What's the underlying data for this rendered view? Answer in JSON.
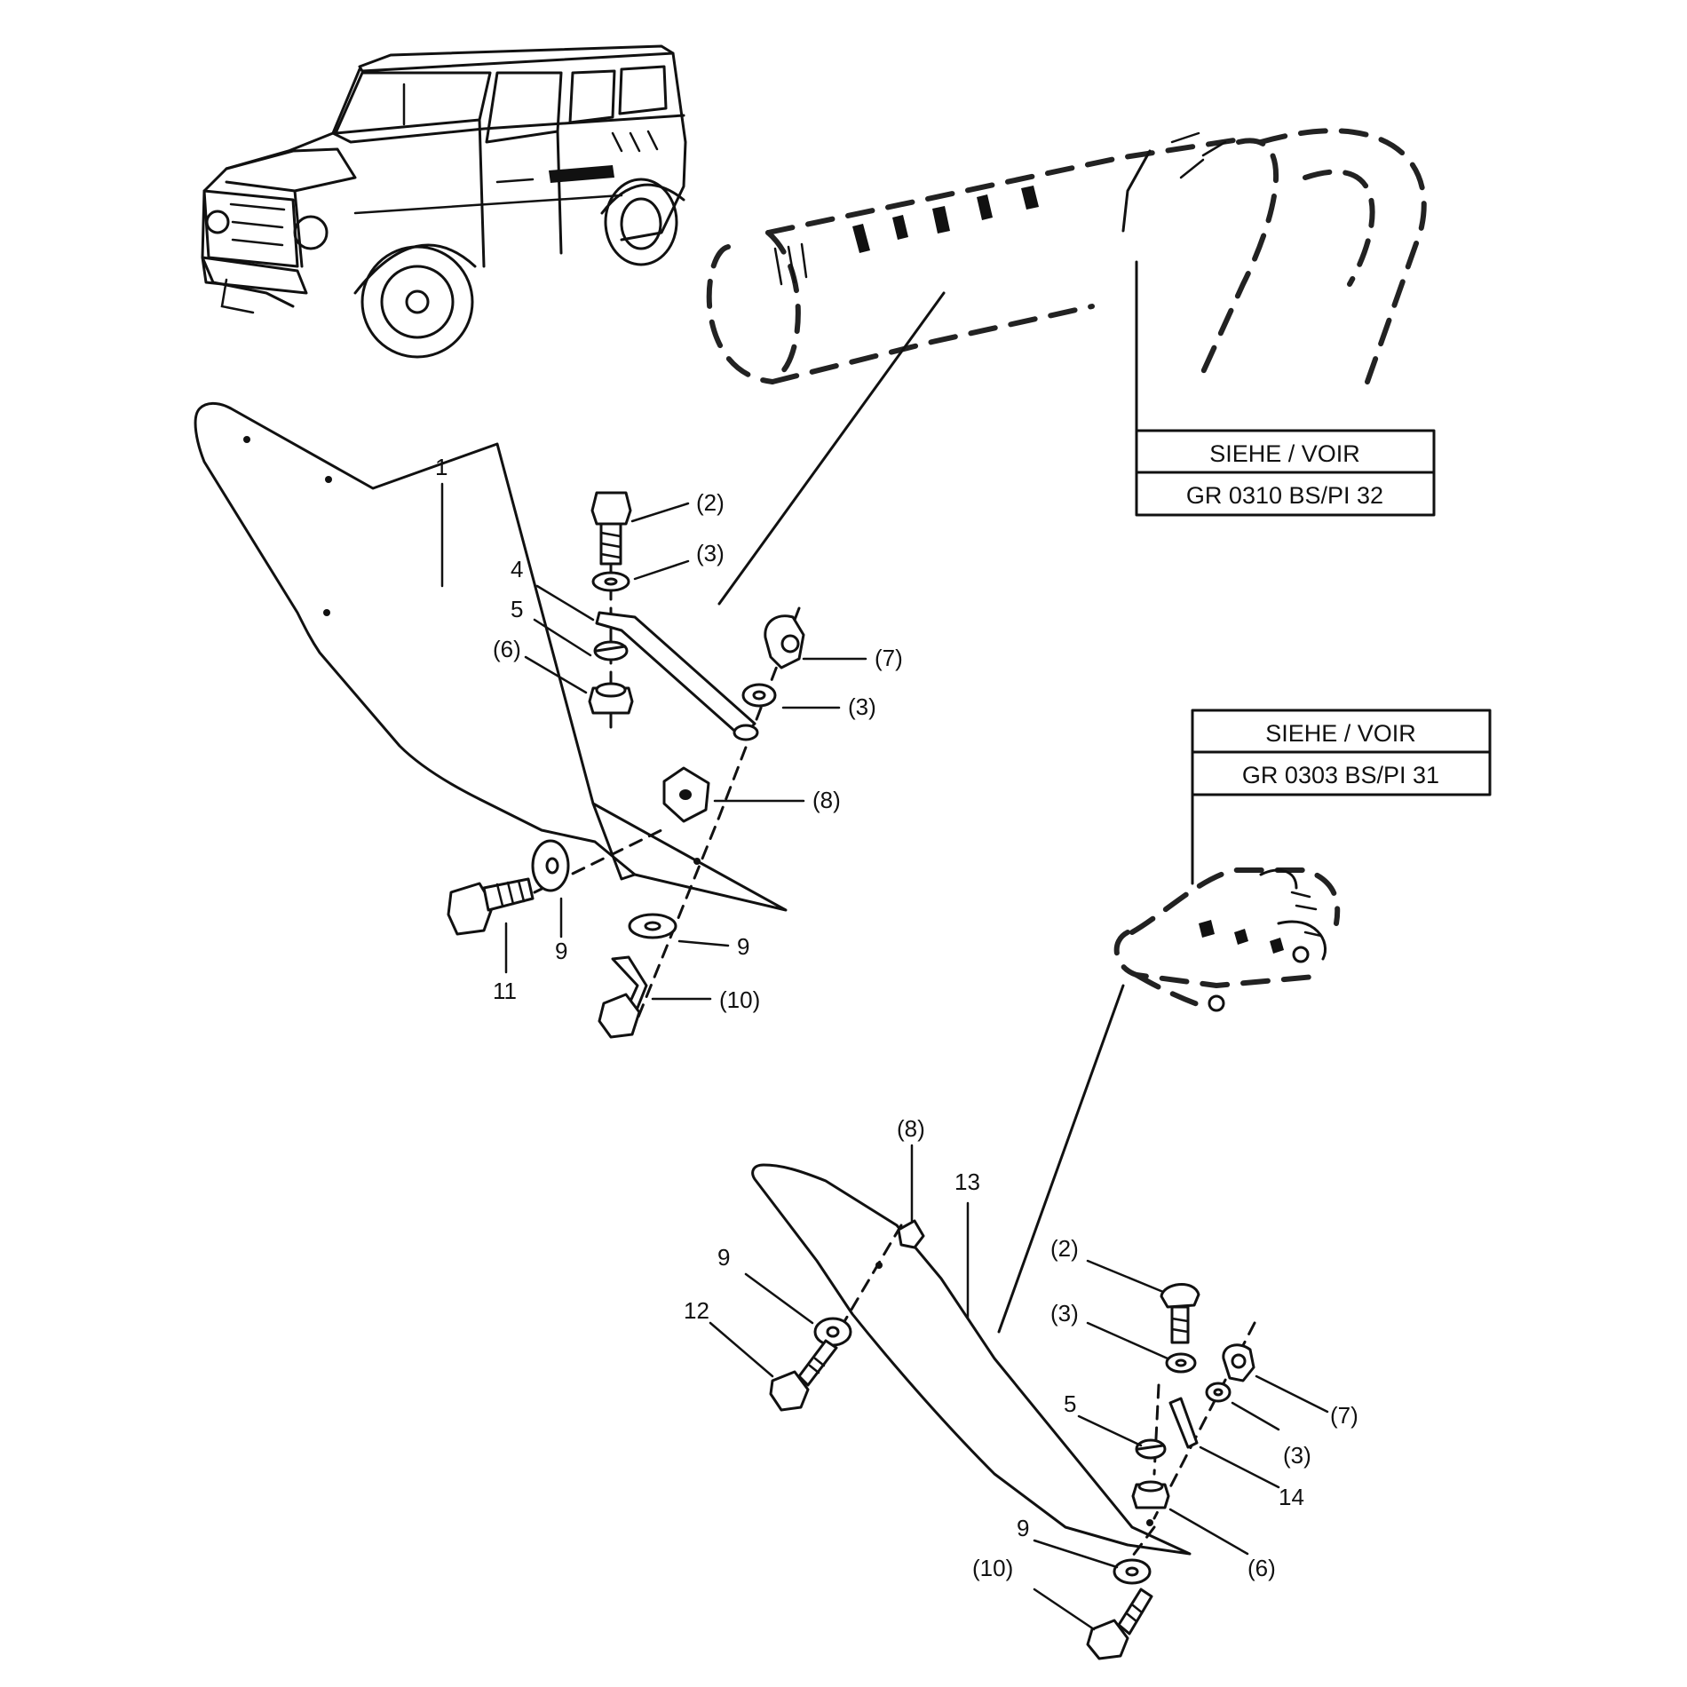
{
  "callouts": {
    "top": {
      "c1": "1",
      "c2": "(2)",
      "c3a": "(3)",
      "c4": "4",
      "c5": "5",
      "c6": "(6)",
      "c7": "(7)",
      "c3b": "(3)",
      "c8": "(8)",
      "c9a": "9",
      "c9b": "9",
      "c11": "11",
      "c10": "(10)"
    },
    "bottom": {
      "c8": "(8)",
      "c13": "13",
      "c9a": "9",
      "c12": "12",
      "c2": "(2)",
      "c3a": "(3)",
      "c7": "(7)",
      "c5": "5",
      "c3b": "(3)",
      "c14": "14",
      "c9b": "9",
      "c6": "(6)",
      "c10": "(10)"
    }
  },
  "reference_boxes": [
    {
      "line1": "SIEHE / VOIR",
      "line2": "GR 0310 BS/PI 32"
    },
    {
      "line1": "SIEHE / VOIR",
      "line2": "GR 0303 BS/PI 31"
    }
  ]
}
